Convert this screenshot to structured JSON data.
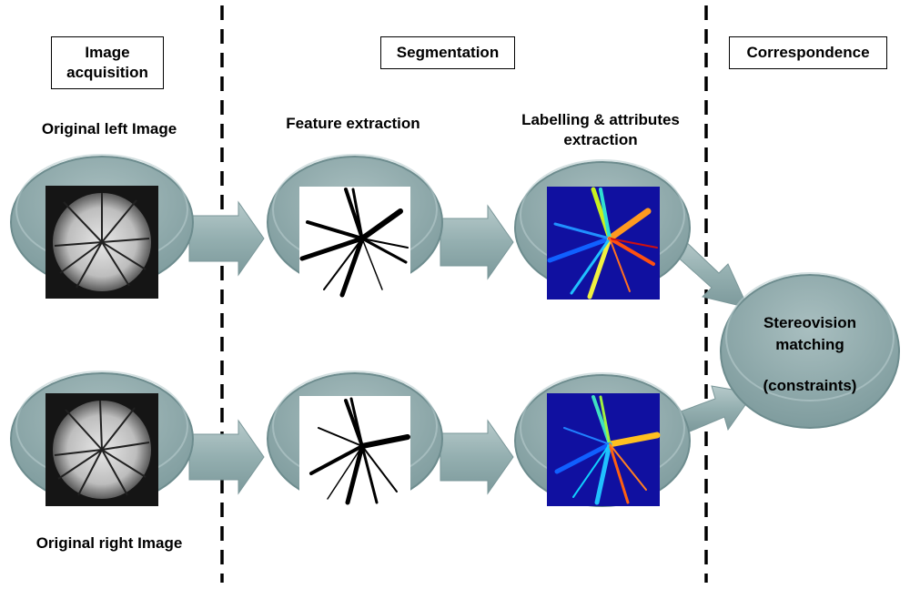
{
  "header": {
    "stage1": "Image\nacquisition",
    "stage2": "Segmentation",
    "stage3": "Correspondence"
  },
  "labels": {
    "left_image": "Original left Image",
    "right_image": "Original right Image",
    "feature": "Feature extraction",
    "labelling": "Labelling & attributes\nextraction"
  },
  "result": {
    "line1": "Stereovision\nmatching",
    "line2": "(constraints)"
  },
  "colors": {
    "disk_fill": "#8fa9aa",
    "disk_stroke": "#6d8c8e",
    "arrow_fill": "#97b1b2",
    "label_bg": "#1010a0"
  }
}
